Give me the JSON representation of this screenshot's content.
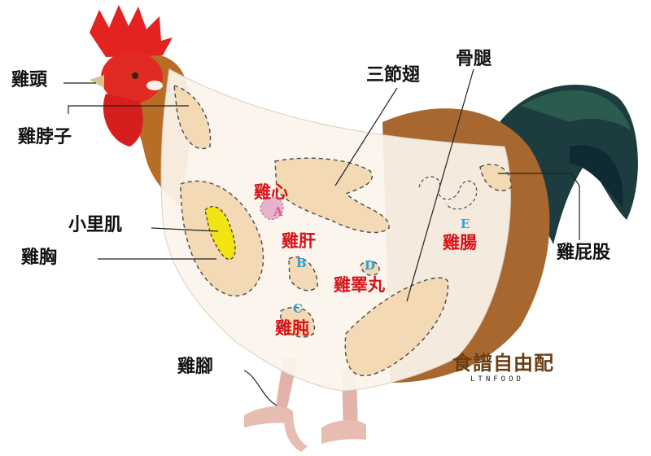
{
  "labels": {
    "head": "雞頭",
    "neck": "雞脖子",
    "tenderloin": "小里肌",
    "breast": "雞胸",
    "wing": "三節翅",
    "thigh": "骨腿",
    "tail": "雞屁股",
    "feet": "雞腳"
  },
  "organs": {
    "heart": {
      "name": "雞心",
      "letter": "A"
    },
    "liver": {
      "name": "雞肝",
      "letter": "B"
    },
    "gizzard": {
      "name": "雞肫",
      "letter": "C"
    },
    "testicle": {
      "name": "雞睪丸",
      "letter": "D"
    },
    "intestine": {
      "name": "雞腸",
      "letter": "E"
    }
  },
  "logo": {
    "main": "食譜自由配",
    "sub": "LTNFOOD"
  },
  "colors": {
    "label": "#111111",
    "organ_label": "#d7141a",
    "letter_a": "#d9609a",
    "letter_other": "#2aa3d8",
    "cut_fill": "#f3d9b4",
    "body_overlay": "#fbf4ec",
    "tenderloin": "#f2e312",
    "heart_fill": "#e7b3cc"
  }
}
